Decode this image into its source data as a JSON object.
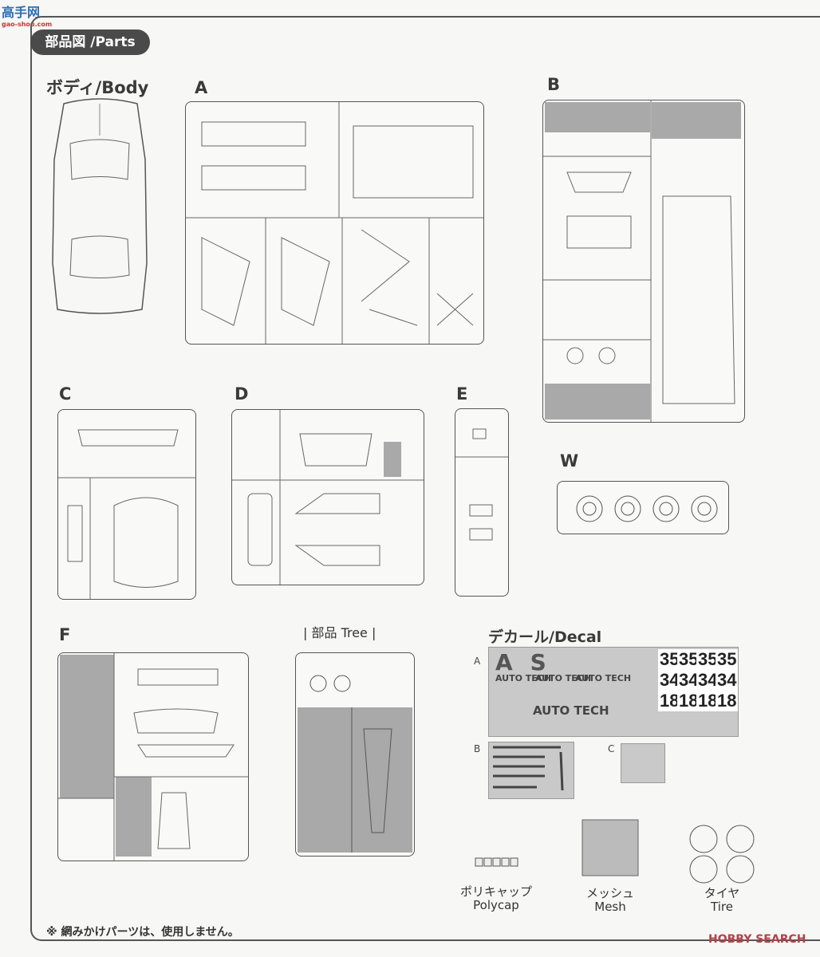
{
  "watermark": {
    "site": "高手网",
    "url": "gao-shou.com"
  },
  "header": {
    "title": "部品図 /Parts"
  },
  "sections": {
    "body": "ボディ/Body",
    "a": "A",
    "b": "B",
    "c": "C",
    "d": "D",
    "e": "E",
    "w": "W",
    "f": "F",
    "tree": "| 部品 Tree |",
    "decal": "デカール/Decal"
  },
  "decal": {
    "sheet_labels": [
      "A",
      "B",
      "C"
    ],
    "brand": "AUTO TECH",
    "logo": "AS",
    "numbers": [
      "35",
      "34",
      "18"
    ]
  },
  "accessories": [
    {
      "jp": "ポリキャップ",
      "en": "Polycap"
    },
    {
      "jp": "メッシュ",
      "en": "Mesh"
    },
    {
      "jp": "タイヤ",
      "en": "Tire"
    }
  ],
  "note": "※ 網みかけパーツは、使用しません。",
  "credit": "HOBBY SEARCH",
  "colors": {
    "pill": "#4a4a4a",
    "shaded": "#a9a9a9",
    "decal": "#c9c9c9"
  }
}
